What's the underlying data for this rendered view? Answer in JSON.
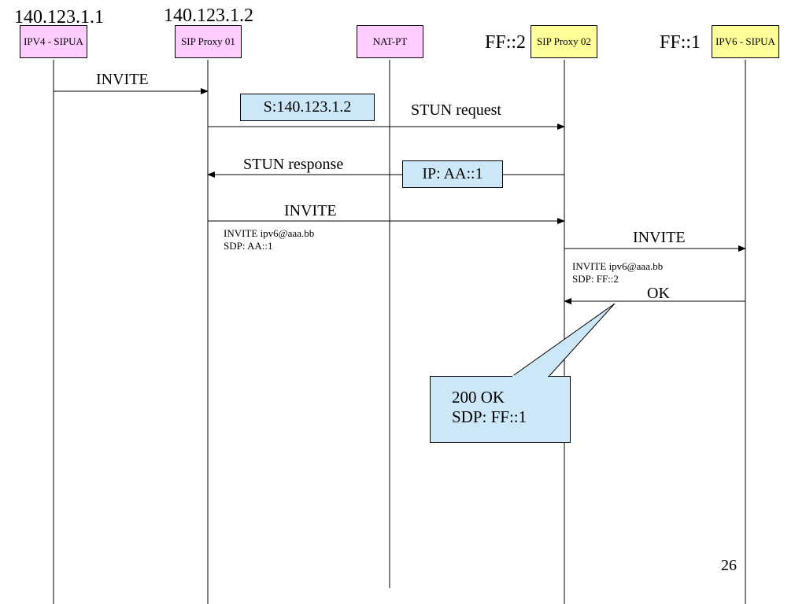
{
  "participants": [
    {
      "label": "IPV4 - SIPUA",
      "address": "140.123.1.1",
      "color": "#ffccff"
    },
    {
      "label": "SIP Proxy 01",
      "address": "140.123.1.2",
      "color": "#ffccff"
    },
    {
      "label": "NAT-PT",
      "address": "",
      "color": "#ffccff"
    },
    {
      "label": "SIP Proxy 02",
      "address": "FF::2",
      "color": "#ffff99"
    },
    {
      "label": "IPV6 - SIPUA",
      "address": "FF::1",
      "color": "#ffff99"
    }
  ],
  "messages": {
    "invite1": "INVITE",
    "stun_request": "STUN request",
    "stun_request_box": "S:140.123.1.2",
    "stun_response": "STUN response",
    "stun_response_box": "IP: AA::1",
    "invite2": "INVITE",
    "invite2_note1": "INVITE ipv6@aaa.bb",
    "invite2_note2": "SDP:  AA::1",
    "invite3": "INVITE",
    "invite3_note1": "INVITE ipv6@aaa.bb",
    "invite3_note2": "SDP:  FF::2",
    "ok": "OK"
  },
  "callout": {
    "line1": "200 OK",
    "line2": "SDP: FF::1",
    "color": "#cce8f8"
  },
  "page_number": "26"
}
